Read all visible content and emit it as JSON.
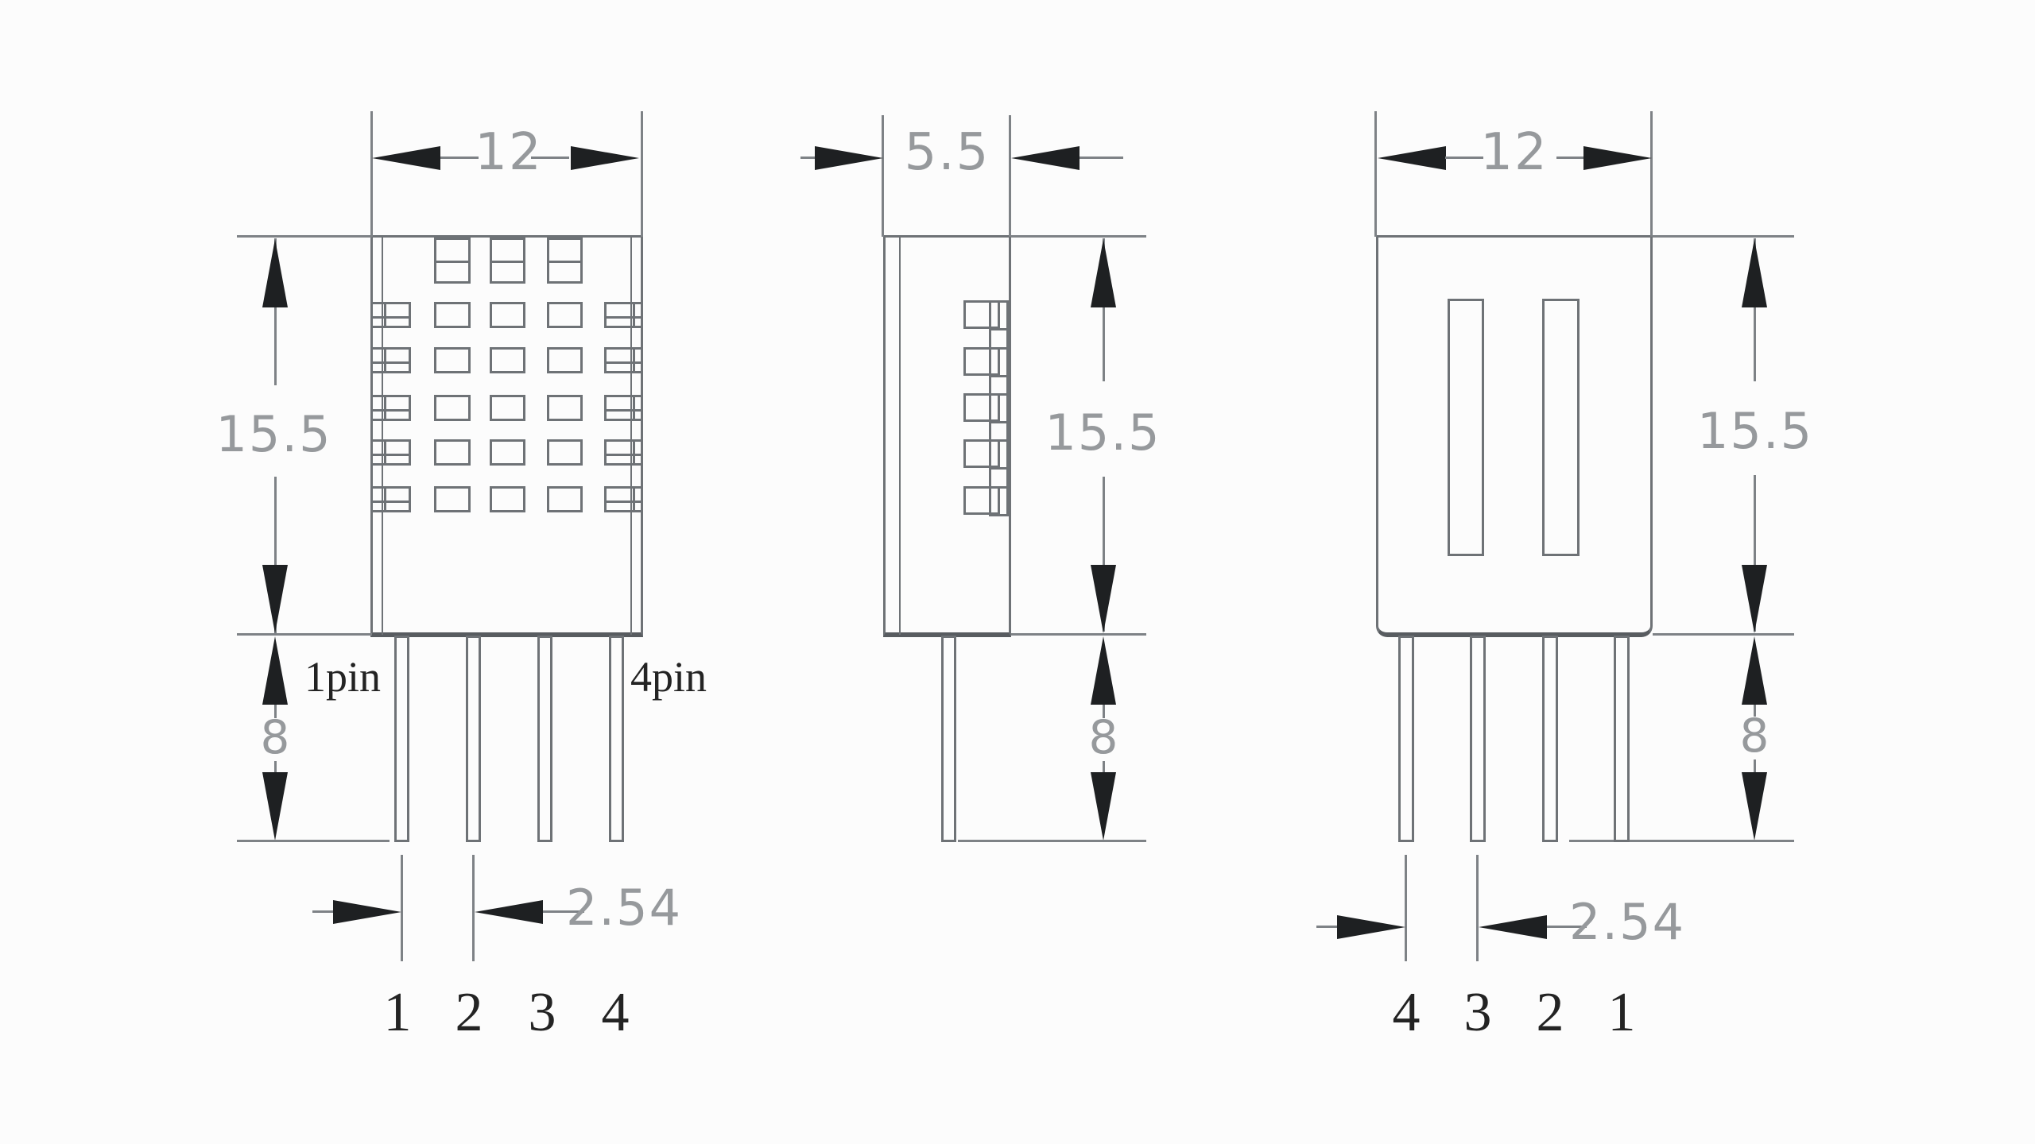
{
  "drawing": {
    "front_view": {
      "width_label": "12",
      "height_label": "15.5",
      "pin_length_label": "8",
      "pin_pitch_label": "2.54",
      "first_pin_label": "1pin",
      "last_pin_label": "4pin",
      "pin_numbers": [
        "1",
        "2",
        "3",
        "4"
      ]
    },
    "side_view": {
      "depth_label": "5.5",
      "height_label": "15.5",
      "pin_length_label": "8"
    },
    "back_view": {
      "width_label": "12",
      "height_label": "15.5",
      "pin_length_label": "8",
      "pin_pitch_label": "2.54",
      "pin_numbers": [
        "4",
        "3",
        "2",
        "1"
      ]
    },
    "colors": {
      "background": "#fcfcfc",
      "outline": "#6e7276",
      "outline_dark": "#585c60",
      "dimension_line": "#7e8286",
      "dimension_text": "#96999c",
      "dark_text": "#232323",
      "arrow": "#1e2022"
    }
  }
}
